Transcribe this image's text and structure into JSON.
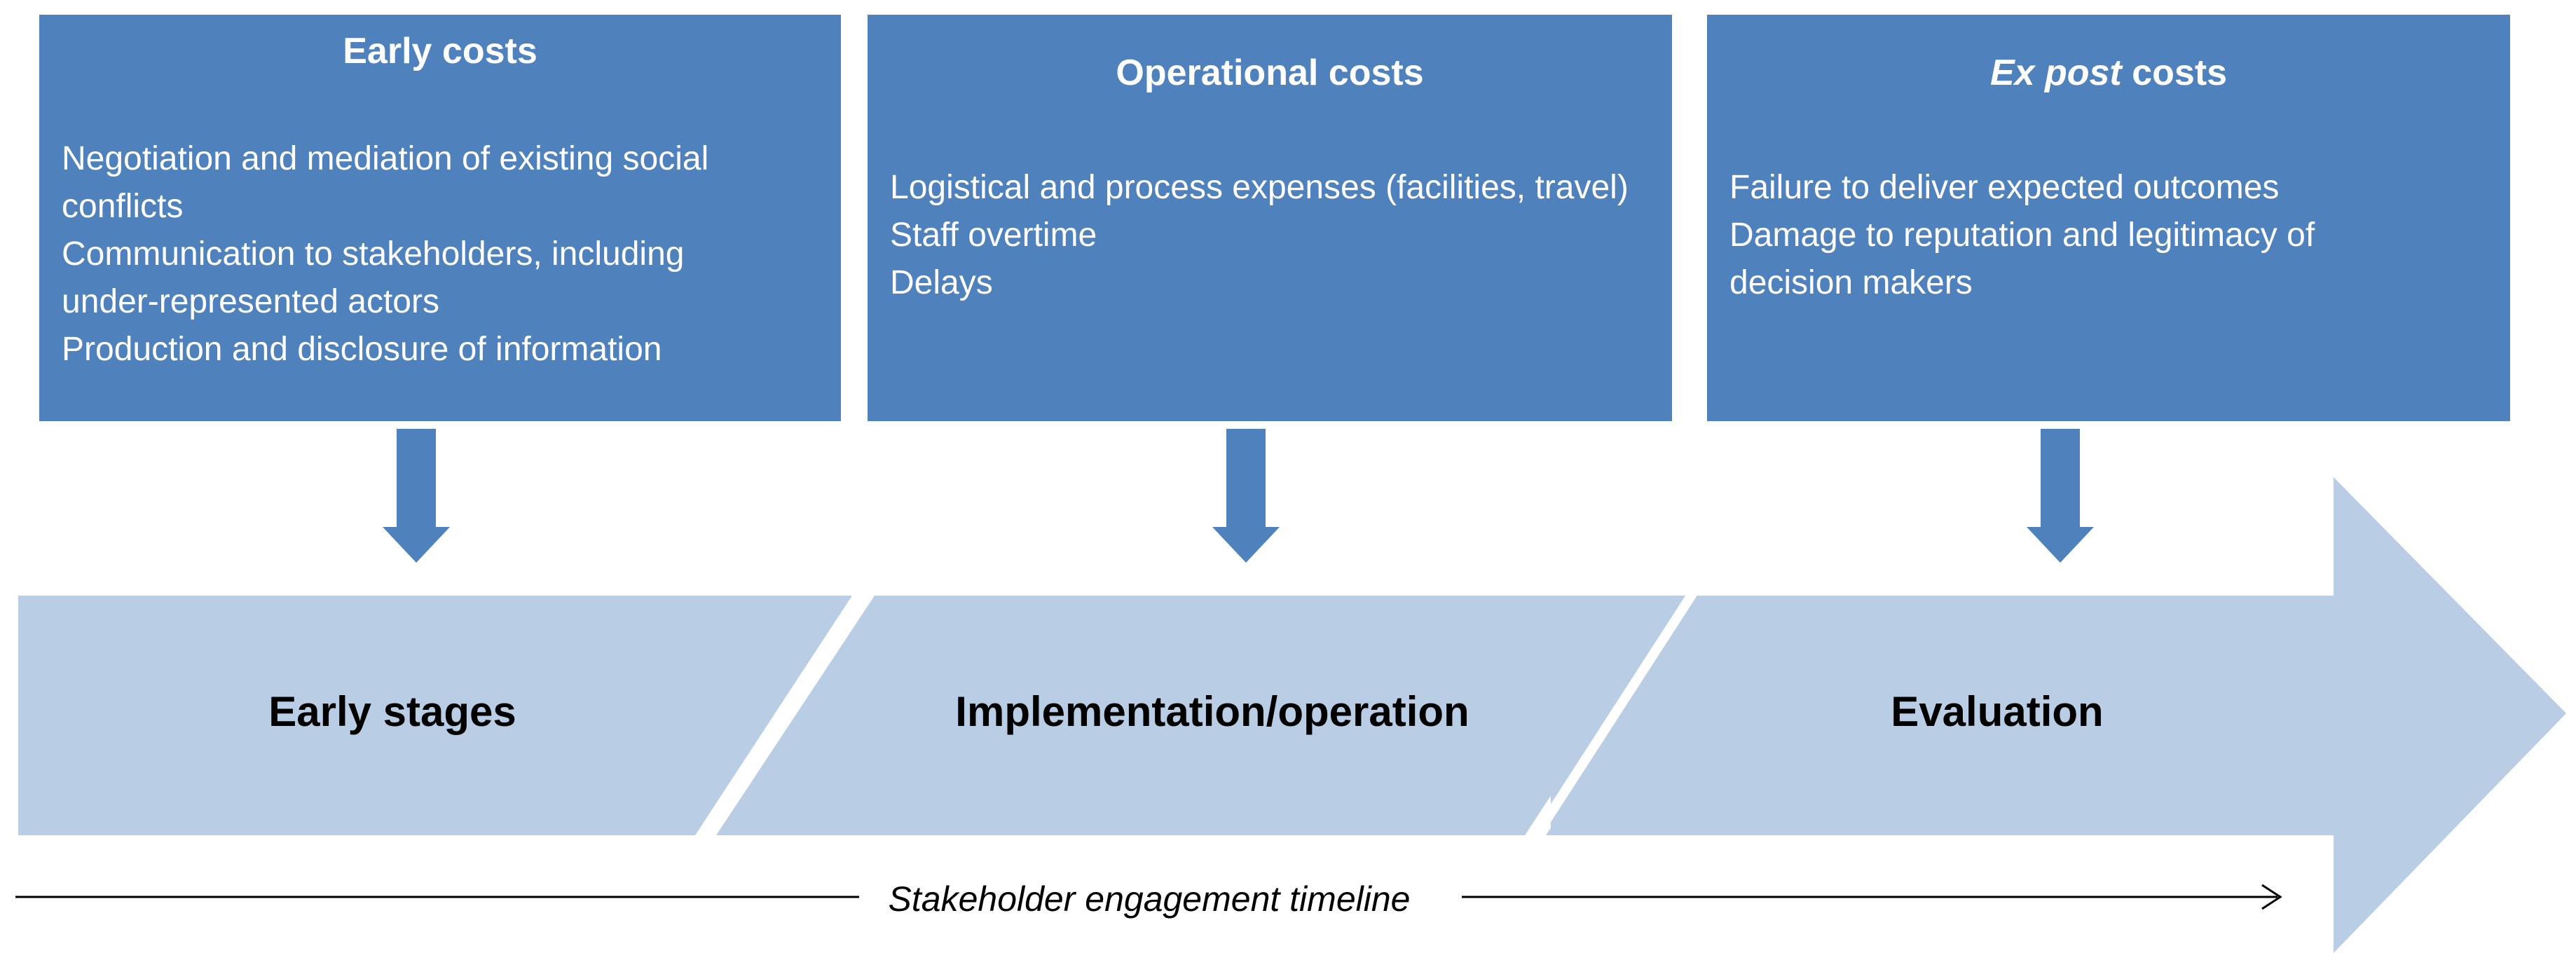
{
  "boxes": {
    "early": {
      "title": "Early costs",
      "lines": [
        "Negotiation and mediation of existing social",
        "conflicts",
        "Communication to stakeholders, including",
        "under-represented actors",
        "Production and disclosure of information"
      ]
    },
    "operational": {
      "title": "Operational costs",
      "lines": [
        "Logistical and process expenses (facilities, travel)",
        "Staff overtime",
        "Delays"
      ]
    },
    "expost": {
      "title_italic": "Ex post",
      "title_rest": " costs",
      "lines": [
        "Failure to deliver expected outcomes",
        "Damage to reputation and legitimacy of",
        "decision makers"
      ]
    }
  },
  "stages": {
    "early": "Early stages",
    "implementation": "Implementation/operation",
    "evaluation": "Evaluation"
  },
  "timeline": {
    "label": "Stakeholder engagement timeline"
  },
  "colors": {
    "box_fill": "#4f81bd",
    "down_arrow": "#4f81bd",
    "stage_fill": "#b9cde5",
    "text_light": "#ffffff",
    "text_dark": "#000000"
  }
}
